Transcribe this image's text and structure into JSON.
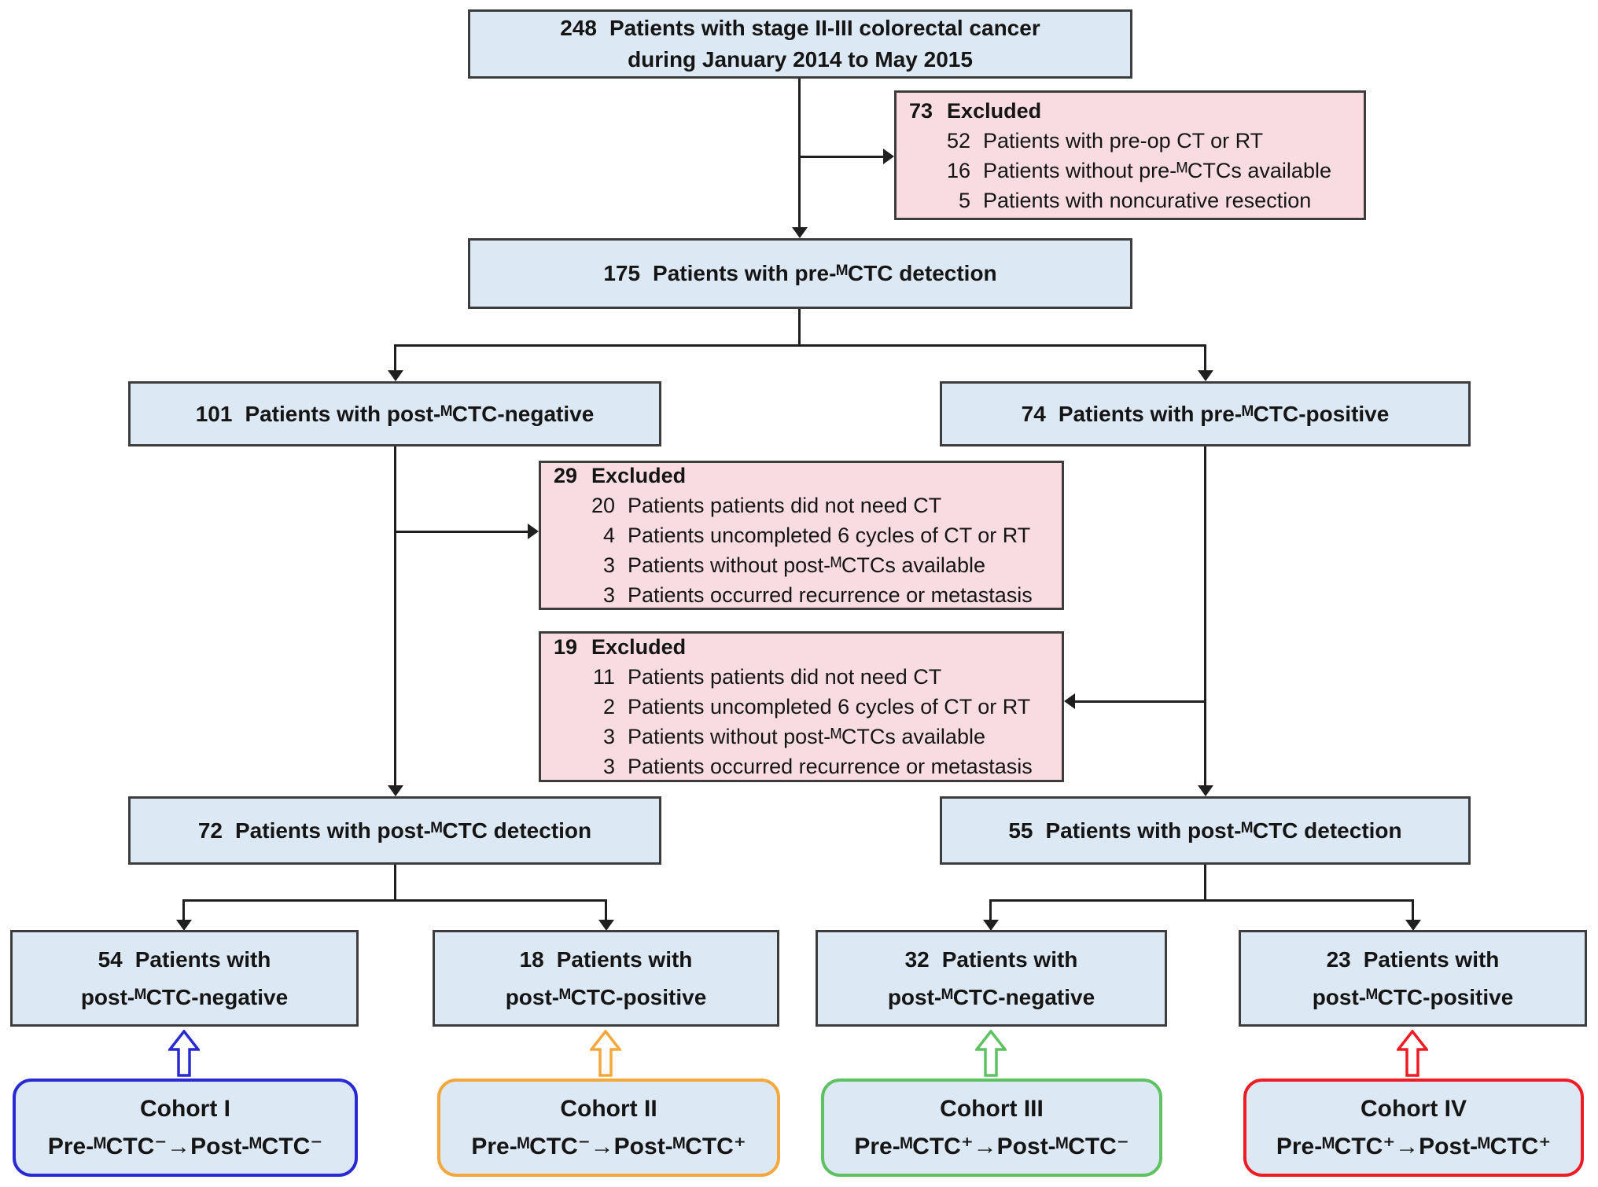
{
  "flowchart": {
    "top": {
      "count": "248",
      "text": "Patients with stage II-III colorectal cancer",
      "text2": "during January 2014 to May 2015"
    },
    "excluded_pre": {
      "count": "73",
      "label": "Excluded",
      "items": [
        {
          "n": "52",
          "text": "Patients with pre-op CT or RT"
        },
        {
          "n": "16",
          "text": "Patients without pre-ᴹCTCs available"
        },
        {
          "n": "5",
          "text": "Patients with noncurative resection"
        }
      ]
    },
    "pre_detection": {
      "count": "175",
      "text": "Patients with pre-ᴹCTC detection"
    },
    "branch_left": {
      "count": "101",
      "text": "Patients with post-ᴹCTC-negative"
    },
    "branch_right": {
      "count": "74",
      "text": "Patients with pre-ᴹCTC-positive"
    },
    "excluded_left": {
      "count": "29",
      "label": "Excluded",
      "items": [
        {
          "n": "20",
          "text": "Patients patients did not need CT"
        },
        {
          "n": "4",
          "text": "Patients uncompleted 6 cycles of CT or RT"
        },
        {
          "n": "3",
          "text": "Patients without post-ᴹCTCs available"
        },
        {
          "n": "3",
          "text": "Patients occurred recurrence or metastasis"
        }
      ]
    },
    "excluded_right": {
      "count": "19",
      "label": "Excluded",
      "items": [
        {
          "n": "11",
          "text": "Patients patients did not need CT"
        },
        {
          "n": "2",
          "text": "Patients uncompleted 6 cycles of CT or RT"
        },
        {
          "n": "3",
          "text": "Patients without post-ᴹCTCs available"
        },
        {
          "n": "3",
          "text": "Patients occurred recurrence or metastasis"
        }
      ]
    },
    "post_detection_left": {
      "count": "72",
      "text": "Patients with post-ᴹCTC detection"
    },
    "post_detection_right": {
      "count": "55",
      "text": "Patients with post-ᴹCTC detection"
    },
    "outcomes": [
      {
        "count": "54",
        "line1": "Patients with",
        "line2": "post-ᴹCTC-negative"
      },
      {
        "count": "18",
        "line1": "Patients with",
        "line2": "post-ᴹCTC-positive"
      },
      {
        "count": "32",
        "line1": "Patients with",
        "line2": "post-ᴹCTC-negative"
      },
      {
        "count": "23",
        "line1": "Patients with",
        "line2": "post-ᴹCTC-positive"
      }
    ],
    "cohorts": [
      {
        "name": "Cohort I",
        "formula": "Pre-ᴹCTC⁻→Post-ᴹCTC⁻",
        "color": "#2a2ad2"
      },
      {
        "name": "Cohort II",
        "formula": "Pre-ᴹCTC⁻→Post-ᴹCTC⁺",
        "color": "#f3a73c"
      },
      {
        "name": "Cohort III",
        "formula": "Pre-ᴹCTC⁺→Post-ᴹCTC⁻",
        "color": "#5ec263"
      },
      {
        "name": "Cohort IV",
        "formula": "Pre-ᴹCTC⁺→Post-ᴹCTC⁺",
        "color": "#ee1c24"
      }
    ],
    "colors": {
      "patient_box_fill": "#dce9f5",
      "excluded_box_fill": "#f8dce2",
      "box_border": "#3d3d3d",
      "connector": "#1f1f1f"
    }
  }
}
